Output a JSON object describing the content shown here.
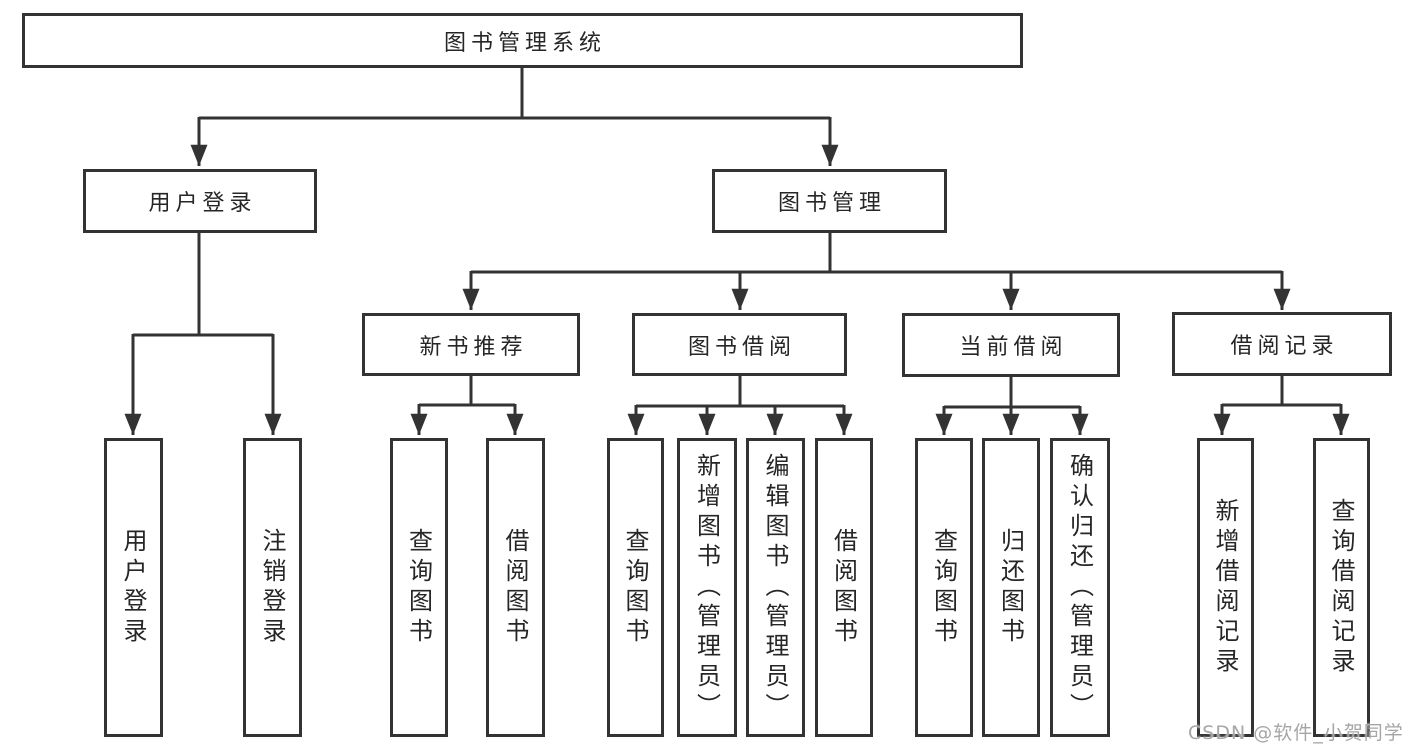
{
  "diagram": {
    "root": {
      "label": "图书管理系统"
    },
    "branches": [
      {
        "label": "用户登录"
      },
      {
        "label": "图书管理"
      }
    ],
    "modules": [
      {
        "label": "新书推荐"
      },
      {
        "label": "图书借阅"
      },
      {
        "label": "当前借阅"
      },
      {
        "label": "借阅记录"
      }
    ],
    "leaves": [
      {
        "label": "用户登录"
      },
      {
        "label": "注销登录"
      },
      {
        "label": "查询图书"
      },
      {
        "label": "借阅图书"
      },
      {
        "label": "查询图书"
      },
      {
        "label": "新增图书（管理员）"
      },
      {
        "label": "编辑图书（管理员）"
      },
      {
        "label": "借阅图书"
      },
      {
        "label": "查询图书"
      },
      {
        "label": "归还图书"
      },
      {
        "label": "确认归还（管理员）"
      },
      {
        "label": "新增借阅记录"
      },
      {
        "label": "查询借阅记录"
      }
    ]
  },
  "watermark": {
    "text": "CSDN @软件_小贺同学"
  },
  "colors": {
    "line": "#333333",
    "text": "#262626",
    "watermark": "#a6a6a6",
    "background": "#ffffff"
  }
}
